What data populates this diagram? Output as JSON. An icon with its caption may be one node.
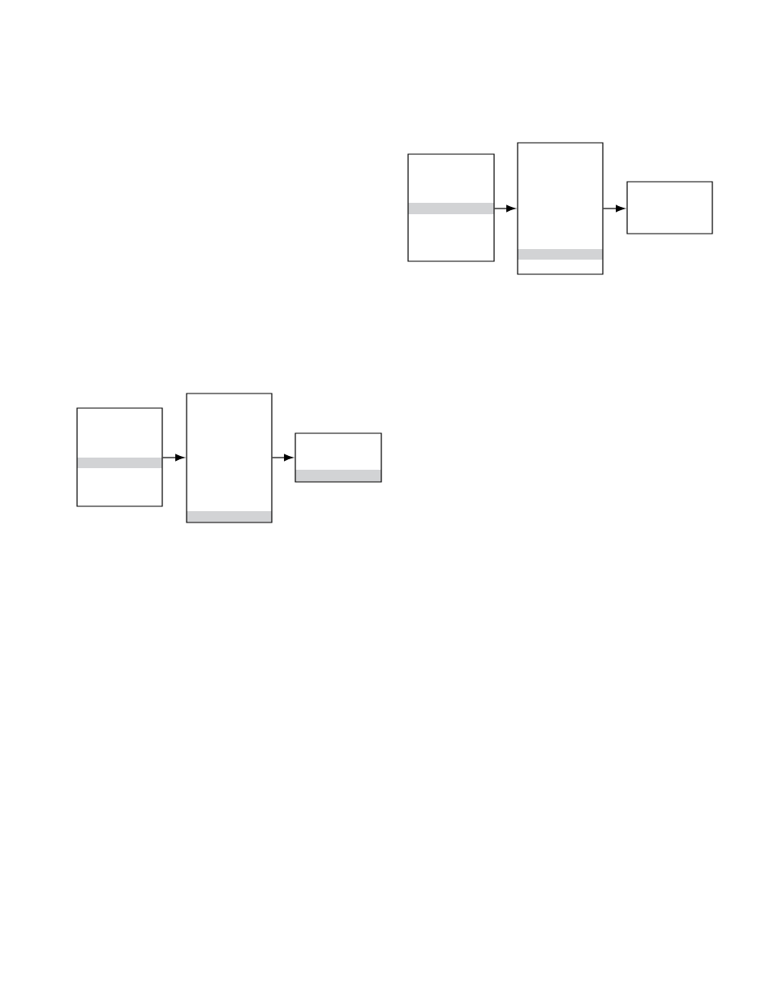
{
  "diagram": {
    "nodes": [
      {
        "text": [],
        "shape": "box"
      },
      {
        "text": [],
        "shape": "box"
      },
      {
        "text": [],
        "shape": "box"
      },
      {
        "text": [],
        "shape": "box"
      },
      {
        "text": [],
        "shape": "box"
      },
      {
        "text": [],
        "shape": "box"
      }
    ],
    "edges": [
      {
        "from": 0,
        "to": 1,
        "arrow": "to"
      },
      {
        "from": 1,
        "to": 2,
        "arrow": "to"
      },
      {
        "from": 3,
        "to": 4,
        "arrow": "to"
      },
      {
        "from": 4,
        "to": 5,
        "arrow": "to"
      }
    ]
  }
}
